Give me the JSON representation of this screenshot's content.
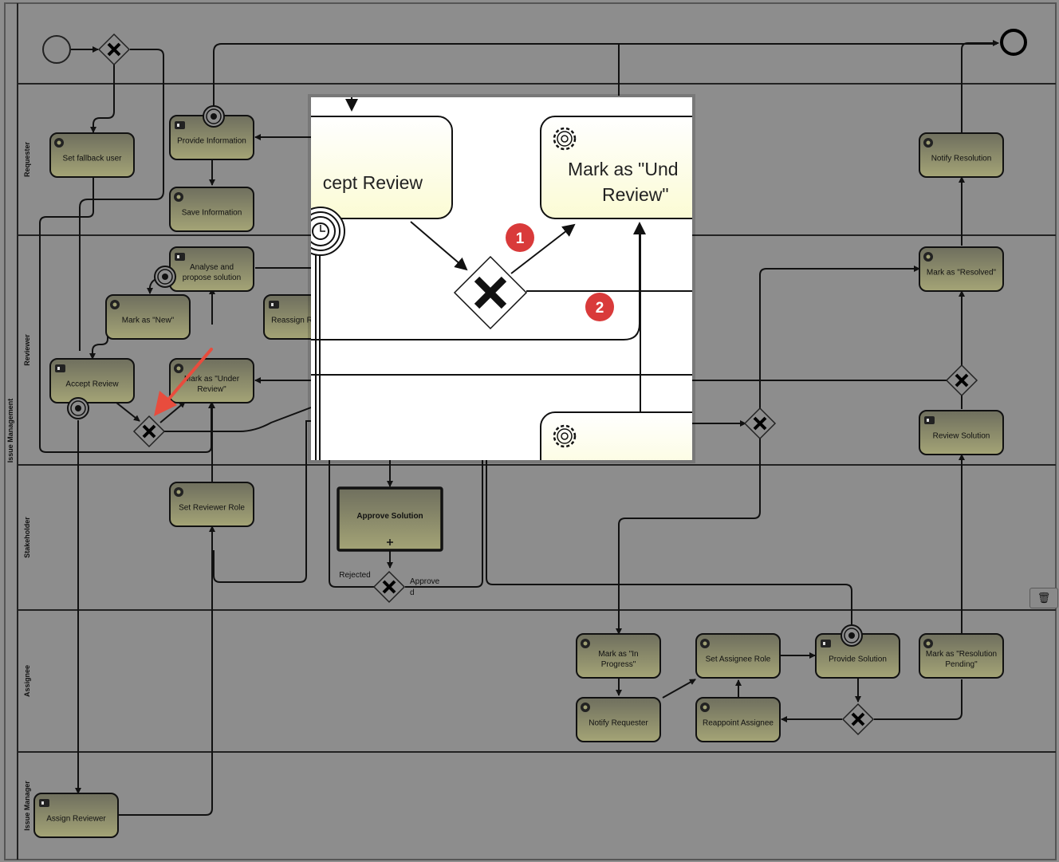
{
  "pool": {
    "label": "Issue Management"
  },
  "lanes": [
    {
      "id": "requester",
      "label": "Requester"
    },
    {
      "id": "reviewer",
      "label": "Reviewer"
    },
    {
      "id": "stakeholder",
      "label": "Stakeholder"
    },
    {
      "id": "assignee",
      "label": "Assignee"
    },
    {
      "id": "issue-manager",
      "label": "Issue Manager"
    }
  ],
  "tasks": [
    {
      "id": "set-fallback-user",
      "lines": [
        "Set fallback user"
      ],
      "icon": "gear-icon"
    },
    {
      "id": "provide-information",
      "lines": [
        "Provide Information"
      ],
      "icon": "user-icon"
    },
    {
      "id": "save-information",
      "lines": [
        "Save Information"
      ],
      "icon": "gear-icon"
    },
    {
      "id": "notify-resolution",
      "lines": [
        "Notify Resolution"
      ],
      "icon": "gear-icon"
    },
    {
      "id": "analyse-and-propose-solution",
      "lines": [
        "Analyse and",
        "propose solution"
      ],
      "icon": "user-icon"
    },
    {
      "id": "mark-as-new",
      "lines": [
        "Mark as \"New\""
      ],
      "icon": "gear-icon"
    },
    {
      "id": "reassign-reviewer",
      "lines": [
        "Reassign R"
      ],
      "icon": "user-icon"
    },
    {
      "id": "accept-review",
      "lines": [
        "Accept Review"
      ],
      "icon": "user-icon"
    },
    {
      "id": "mark-as-under-review",
      "lines": [
        "Mark as \"Under",
        "Review\""
      ],
      "icon": "gear-icon"
    },
    {
      "id": "mark-as-resolved",
      "lines": [
        "Mark as \"Resolved\""
      ],
      "icon": "gear-icon"
    },
    {
      "id": "review-solution",
      "lines": [
        "Review Solution"
      ],
      "icon": "user-icon"
    },
    {
      "id": "set-reviewer-role",
      "lines": [
        "Set Reviewer Role"
      ],
      "icon": "gear-icon"
    },
    {
      "id": "approve-solution",
      "lines": [
        "Approve Solution"
      ],
      "icon": ""
    },
    {
      "id": "mark-as-in-progress",
      "lines": [
        "Mark as \"In",
        "Progress\""
      ],
      "icon": "gear-icon"
    },
    {
      "id": "set-assignee-role",
      "lines": [
        "Set Assignee Role"
      ],
      "icon": "gear-icon"
    },
    {
      "id": "provide-solution",
      "lines": [
        "Provide Solution"
      ],
      "icon": "user-icon"
    },
    {
      "id": "mark-as-resolution-pending",
      "lines": [
        "Mark as \"Resolution",
        "Pending\""
      ],
      "icon": "gear-icon"
    },
    {
      "id": "notify-requester",
      "lines": [
        "Notify Requester"
      ],
      "icon": "gear-icon"
    },
    {
      "id": "reappoint-assignee",
      "lines": [
        "Reappoint Assignee"
      ],
      "icon": "gear-icon"
    },
    {
      "id": "assign-reviewer",
      "lines": [
        "Assign Reviewer"
      ],
      "icon": "user-icon"
    }
  ],
  "flow_labels": {
    "rejected": "Rejected",
    "approved": [
      "Approve",
      "d"
    ]
  },
  "zoom": {
    "accept_review_fragment": "cept Review",
    "mark_under_review_lines": [
      "Mark as \"Und",
      "Review\""
    ],
    "badges": [
      "1",
      "2"
    ],
    "badge_color": "#d93a3a"
  },
  "annotation": {
    "arrow_color": "#e84c3d",
    "arrow_target": "exclusive-gateway"
  },
  "colors": {
    "overlay": "#8d8d8d",
    "task_fill": "#9f9f73",
    "zoom_task_fill": "#fdfde0"
  },
  "toolbar": {
    "trash_icon": "trash-icon"
  }
}
